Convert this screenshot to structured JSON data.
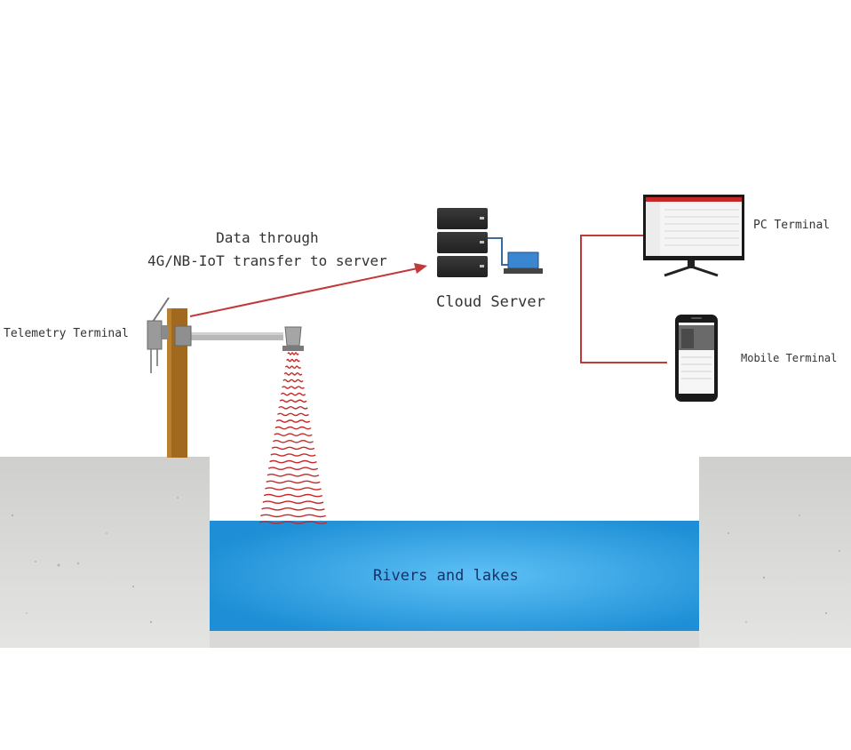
{
  "labels": {
    "telemetry_terminal": "Telemetry Terminal",
    "transfer_line1": "Data through",
    "transfer_line2": "4G/NB-IoT transfer to server",
    "cloud_server": "Cloud Server",
    "pc_terminal": "PC Terminal",
    "mobile_terminal": "Mobile Terminal",
    "water_body": "Rivers and lakes"
  },
  "colors": {
    "arrow": "#c0393b",
    "wave": "#c62828",
    "connector": "#c0393b",
    "pole": "#a0691f",
    "water": "#2196d9",
    "ground": "#d6d6d4"
  },
  "icons": [
    "pole-icon",
    "sensor-icon",
    "server-icon",
    "monitor-icon",
    "phone-icon"
  ]
}
